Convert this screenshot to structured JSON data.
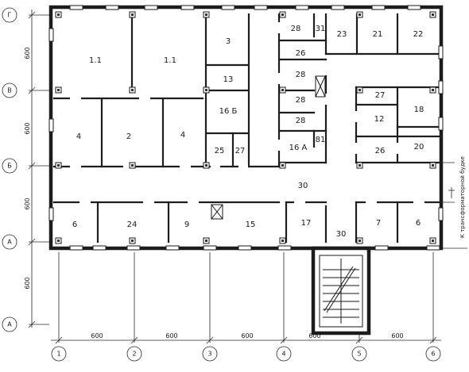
{
  "axes": {
    "columns": [
      "1",
      "2",
      "3",
      "4",
      "5",
      "6"
    ],
    "rows": [
      "Г",
      "В",
      "Б",
      "А",
      "А"
    ]
  },
  "dimensions": {
    "horizontal": [
      "600",
      "600",
      "600",
      "600",
      "600"
    ],
    "vertical": [
      "600",
      "600",
      "600",
      "600"
    ]
  },
  "rooms": {
    "r11a": "1.1",
    "r11b": "1.1",
    "r3": "3",
    "r28a": "28",
    "r31": "31",
    "r23": "23",
    "r21": "21",
    "r22": "22",
    "r26a": "26",
    "r13": "13",
    "r28b": "28",
    "r28c": "28",
    "r16b": "16 Б",
    "r27a": "27",
    "r18": "18",
    "r4a": "4",
    "r2": "2",
    "r4b": "4",
    "r28d": "28",
    "r16a": "16 А",
    "r81": "81",
    "r12": "12",
    "r25": "25",
    "r27b": "27",
    "r26b": "26",
    "r20": "20",
    "r30a": "30",
    "r6a": "6",
    "r24": "24",
    "r9": "9",
    "r15": "15",
    "r17": "17",
    "r7": "7",
    "r6b": "6",
    "r30b": "30"
  },
  "side_note": "К трансформаторной будке"
}
